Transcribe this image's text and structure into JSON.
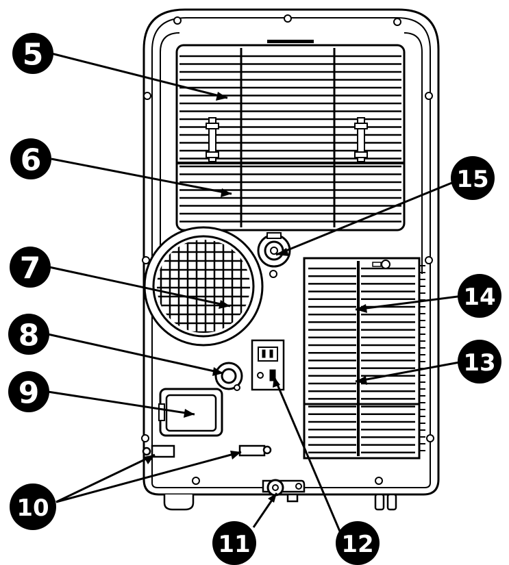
{
  "callouts": [
    {
      "id": "callout-5",
      "text": "5"
    },
    {
      "id": "callout-6",
      "text": "6"
    },
    {
      "id": "callout-7",
      "text": "7"
    },
    {
      "id": "callout-8",
      "text": "8"
    },
    {
      "id": "callout-9",
      "text": "9"
    },
    {
      "id": "callout-10",
      "text": "10"
    },
    {
      "id": "callout-11",
      "text": "11"
    },
    {
      "id": "callout-12",
      "text": "12"
    },
    {
      "id": "callout-13",
      "text": "13"
    },
    {
      "id": "callout-14",
      "text": "14"
    },
    {
      "id": "callout-15",
      "text": "15"
    }
  ],
  "colors": {
    "ink": "#000000",
    "paper": "#ffffff"
  }
}
